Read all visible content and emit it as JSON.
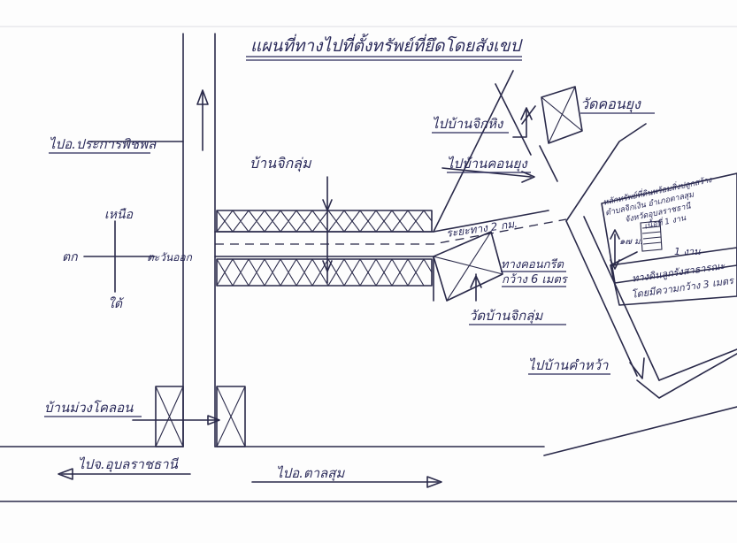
{
  "title": "แผนที่ทางไปที่ตั้งทรัพย์ที่ยึดโดยสังเขป",
  "compass": {
    "north": "เหนือ",
    "south": "ใต้",
    "east": "ตะวันออก",
    "west": "ตก"
  },
  "labels": {
    "to_prakhon_chai": "ไปอ.ประการพิชพล",
    "to_ban_chik_ching": "ไปบ้านจิกหิง",
    "wat_khok_nong": "วัดคอนยุง",
    "to_ban_khok_nong": "ไปบ้านคอนยุง",
    "ban_chik_lum": "บ้านจิกลุ่ม",
    "distance_2km": "ระยะทาง 2 กม.",
    "concrete_road": "ทางคอนกรีต",
    "concrete_width": "กว้าง 6 เมตร",
    "wat_ban_chik_lum": "วัดบ้านจิกลุ่ม",
    "property_info_1": "หลักทรัพย์ที่ดินพร้อมสิ่งปลูกสร้าง",
    "property_info_2": "ตำบลจิกเงิน อำเภอตาลสุม",
    "property_info_3": "จังหวัดอุบลราชธานี",
    "property_info_4": "เนื้อที่ 1 งาน",
    "property_dim": "๑๗ ม.",
    "property_area": "1 งาน",
    "dirt_road": "ทางดินลูกรังสาธารณะ",
    "dirt_width": "โดยมีความกว้าง 3 เมตร",
    "to_ban_kham_wa": "ไปบ้านคำหว้า",
    "ban_muang_khon": "บ้านม่วงโคลอน",
    "to_ubon": "ไปจ.อุบลราชธานี",
    "to_tan_sum": "ไปอ.ตาลสุม"
  }
}
